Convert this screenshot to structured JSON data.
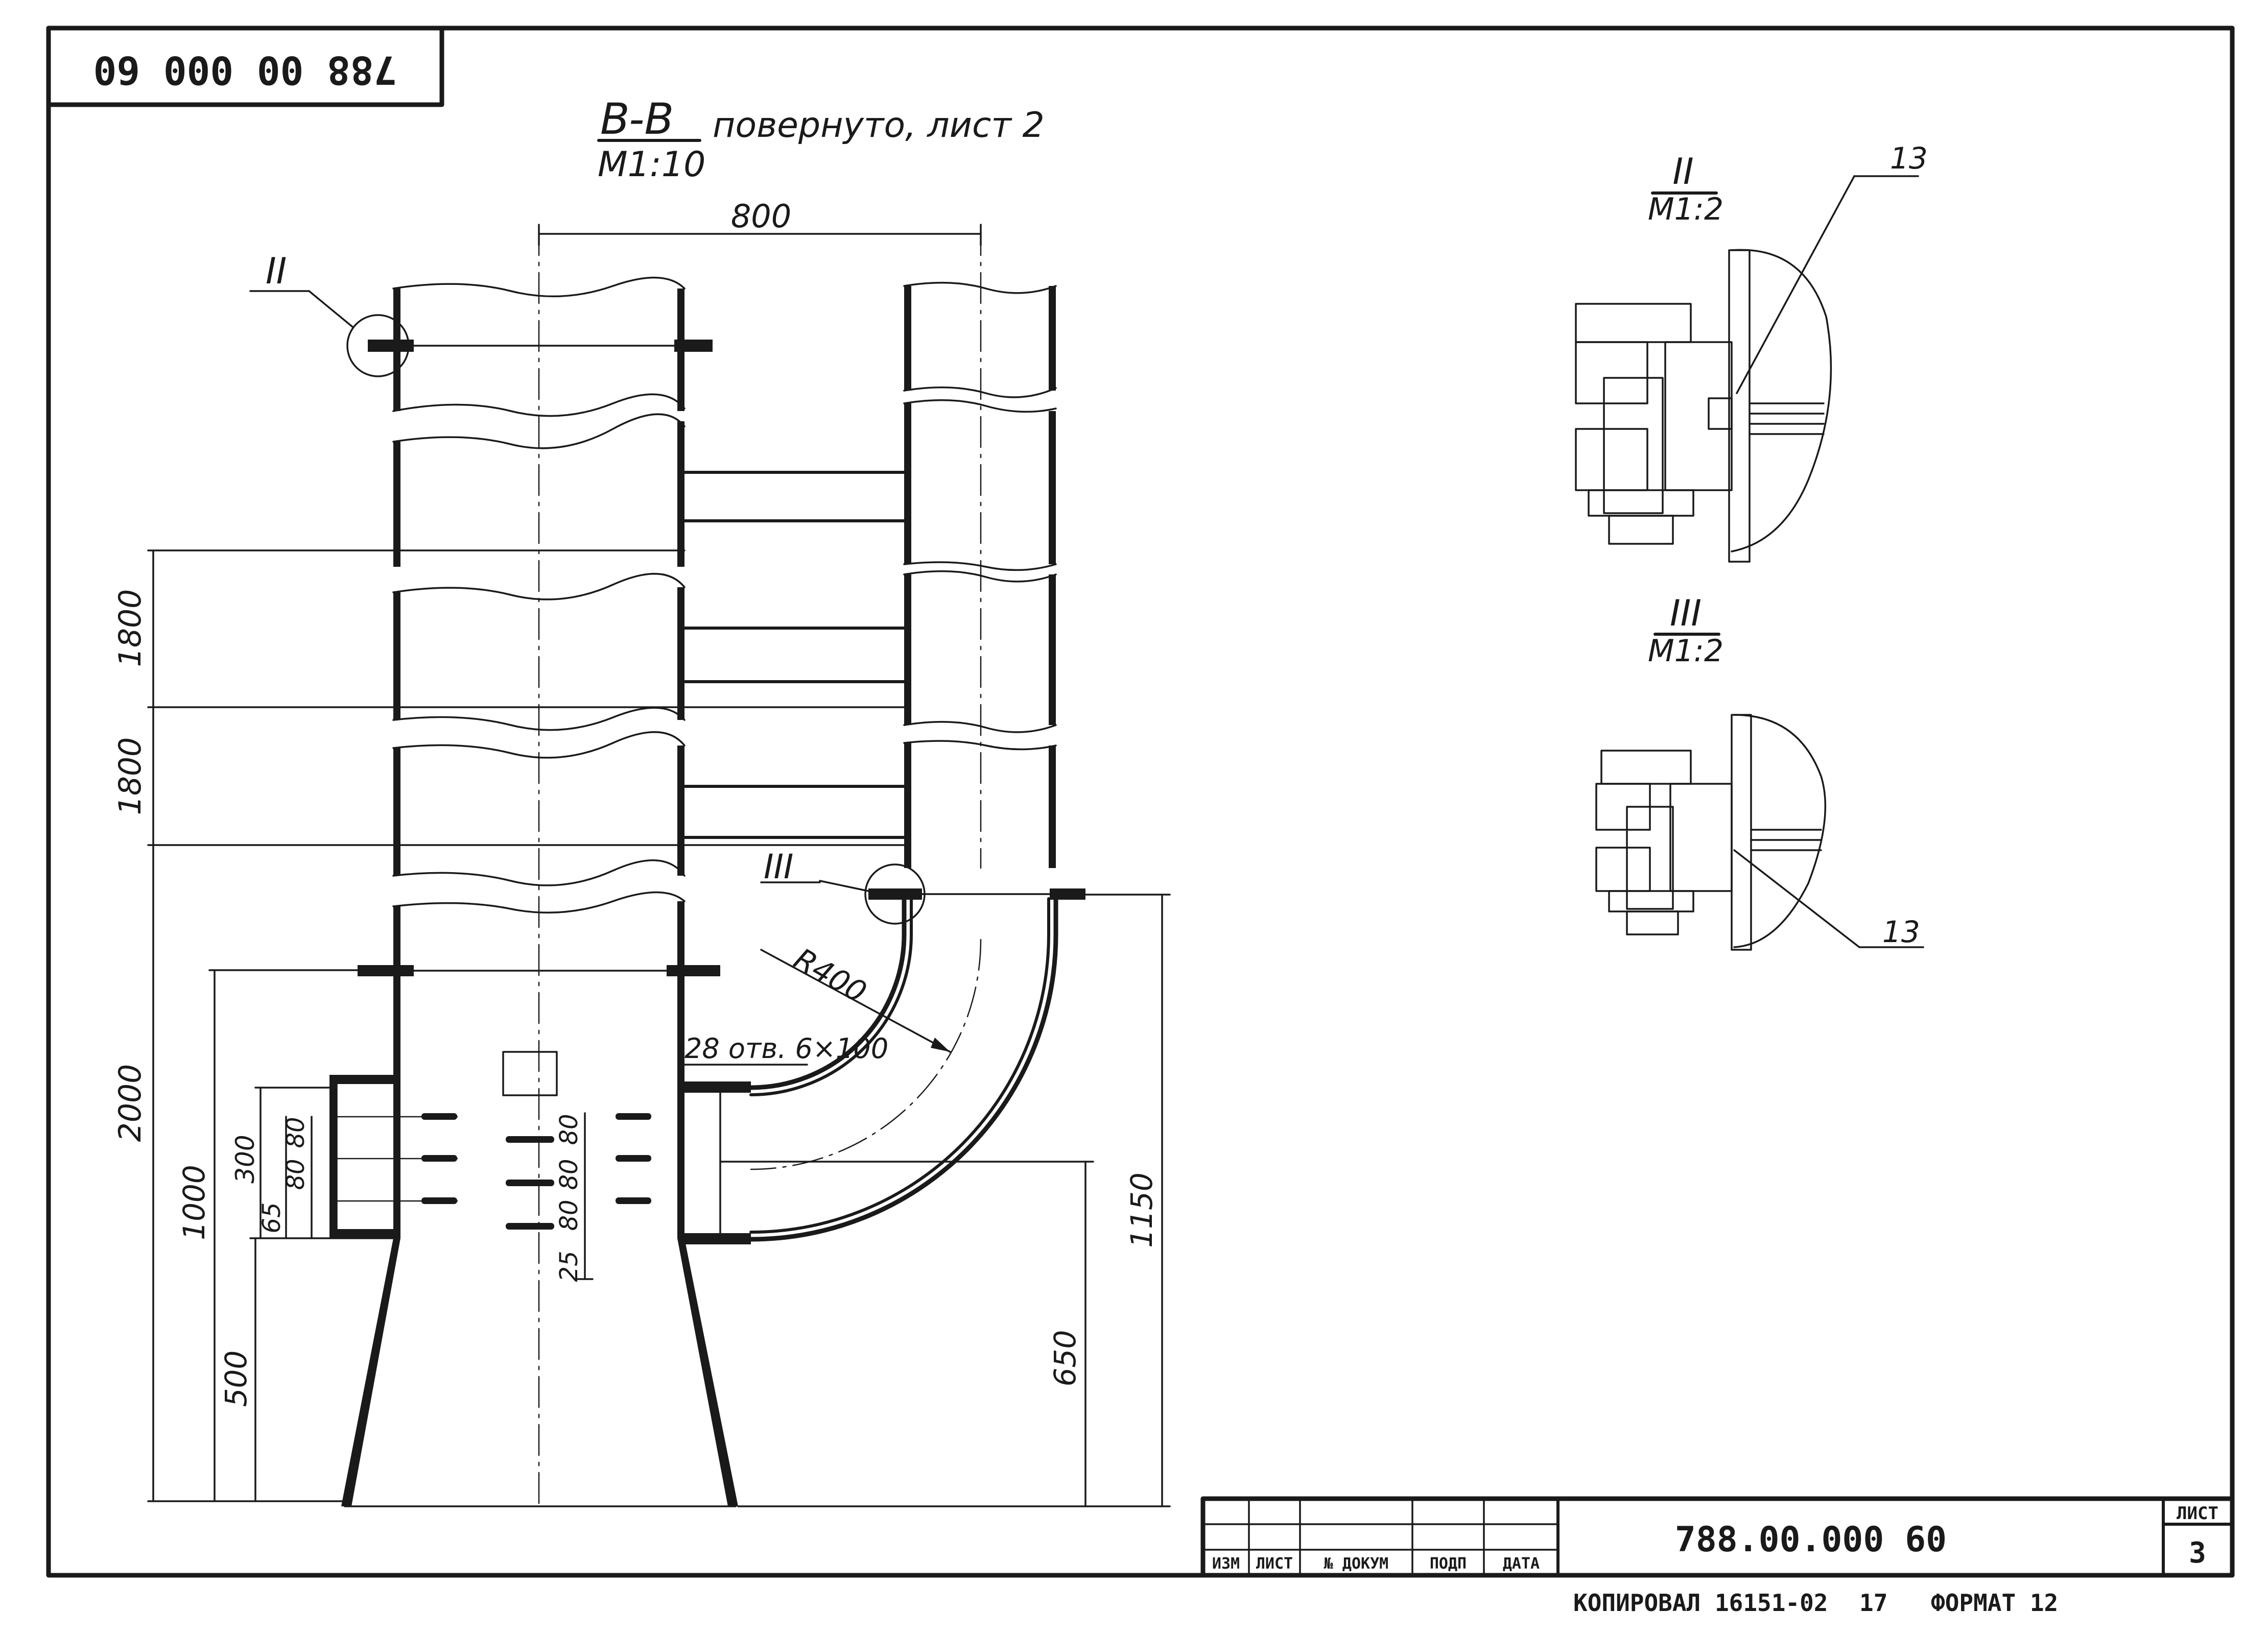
{
  "title_block": {
    "doc_code": "788.00.000 60",
    "doc_code_rotated": "788 00 000 60",
    "sheet_label": "ЛИСТ",
    "sheet_number": "3",
    "copied_note": "КОПИРОВАЛ 16151-02",
    "copied_number": "17",
    "format_note": "ФОРМАТ 12",
    "columns": [
      "ИЗМ",
      "ЛИСТ",
      "№ ДОКУМ",
      "ПОДП",
      "ДАТА"
    ]
  },
  "main_view": {
    "section_label": "B-B",
    "section_note": "повернуто, лист 2",
    "scale": "M1:10",
    "callout_II": "II",
    "callout_III": "III",
    "bend_radius": "R400",
    "holes_note": "28 отв. 6×100"
  },
  "dimensions": {
    "d800": "800",
    "d1800a": "1800",
    "d1800b": "1800",
    "d2000": "2000",
    "d1000": "1000",
    "d500": "500",
    "d300": "300",
    "d80a": "80",
    "d80b": "80",
    "d65": "65",
    "d80c": "80",
    "d80d": "80",
    "d80e": "80",
    "d25": "25",
    "d1150": "1150",
    "d650": "650"
  },
  "detail_II": {
    "title": "II",
    "scale": "M1:2",
    "leader": "13"
  },
  "detail_III": {
    "title": "III",
    "scale": "M1:2",
    "leader": "13"
  }
}
